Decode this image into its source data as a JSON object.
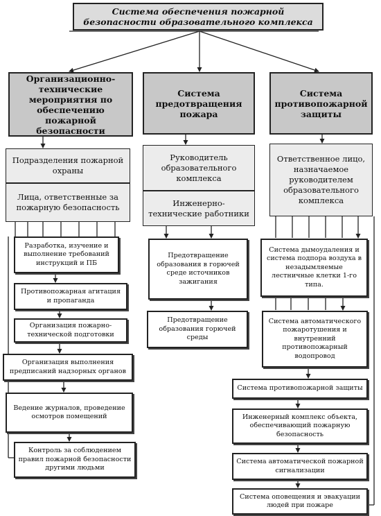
{
  "title": "Система обеспечения пожарной безопасности образовательного комплекса",
  "columns": [
    {
      "heading": "Организационно-технические мероприятия по обеспечению пожарной безопасности",
      "units": [
        "Подразделения пожарной охраны",
        "Лица, ответственные за пожарную безопасность"
      ],
      "items": [
        "Разработка, изучение и выполнение требований инструкций и ПБ",
        "Противопожарная агитация и пропаганда",
        "Организация пожарно-технической подготовки",
        "Организация выполнения предписаний надзорных органов",
        "Ведение журналов, проведение осмотров помещений",
        "Контроль за соблюдением правил пожарной безопасности другими людьми"
      ]
    },
    {
      "heading": "Система предотвращения пожара",
      "units": [
        "Руководитель образовательного комплекса",
        "Инженерно-технические работники"
      ],
      "items": [
        "Предотвращение образования в горючей среде источников зажигания",
        "Предотвращение образования горючей среды"
      ]
    },
    {
      "heading": "Система противопожарной защиты",
      "units": [
        "Ответственное лицо, назначаемое руководителем образовательного комплекса"
      ],
      "items": [
        "Система дымоудаления и система подпора воздуха в незадымляемые лестничные клетки 1-го типа.",
        "Система автоматического пожаротушения и внутренний противопожарный водопровод",
        "Система противопожарной защиты",
        "Инженерный комплекс объекта, обеспечивающий пожарную безопасность",
        "Система автоматической пожарной сигнализации",
        "Система оповещения и эвакуации людей при пожаре"
      ]
    }
  ]
}
